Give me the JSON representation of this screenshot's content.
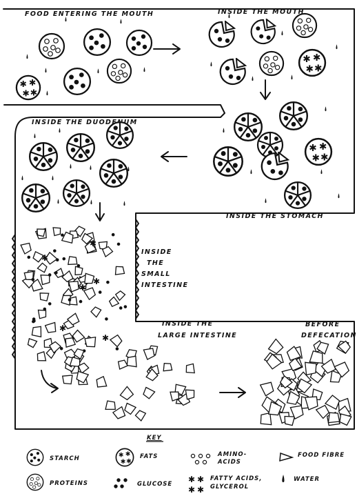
{
  "stages": {
    "mouth_entry": "FOOD ENTERING THE MOUTH",
    "mouth": "INSIDE THE MOUTH",
    "duodenum": "INSIDE THE DUODENUM",
    "stomach": "INSIDE THE STOMACH",
    "small_intestine": [
      "INSIDE",
      "THE",
      "SMALL",
      "INTESTINE"
    ],
    "large_intestine": [
      "INSIDE THE",
      "LARGE INTESTINE"
    ],
    "defecation": [
      "BEFORE",
      "DEFECATION"
    ]
  },
  "key": {
    "title": "KEY",
    "starch": "STARCH",
    "fats": "FATS",
    "amino_acids": [
      "AMINO-",
      "ACIDS"
    ],
    "food_fibre": "FOOD FIBRE",
    "proteins": "PROTEINS",
    "glucose": "GLUCOSE",
    "fatty_acids": [
      "FATTY ACIDS,",
      "GLYCEROL"
    ],
    "water": "WATER"
  }
}
